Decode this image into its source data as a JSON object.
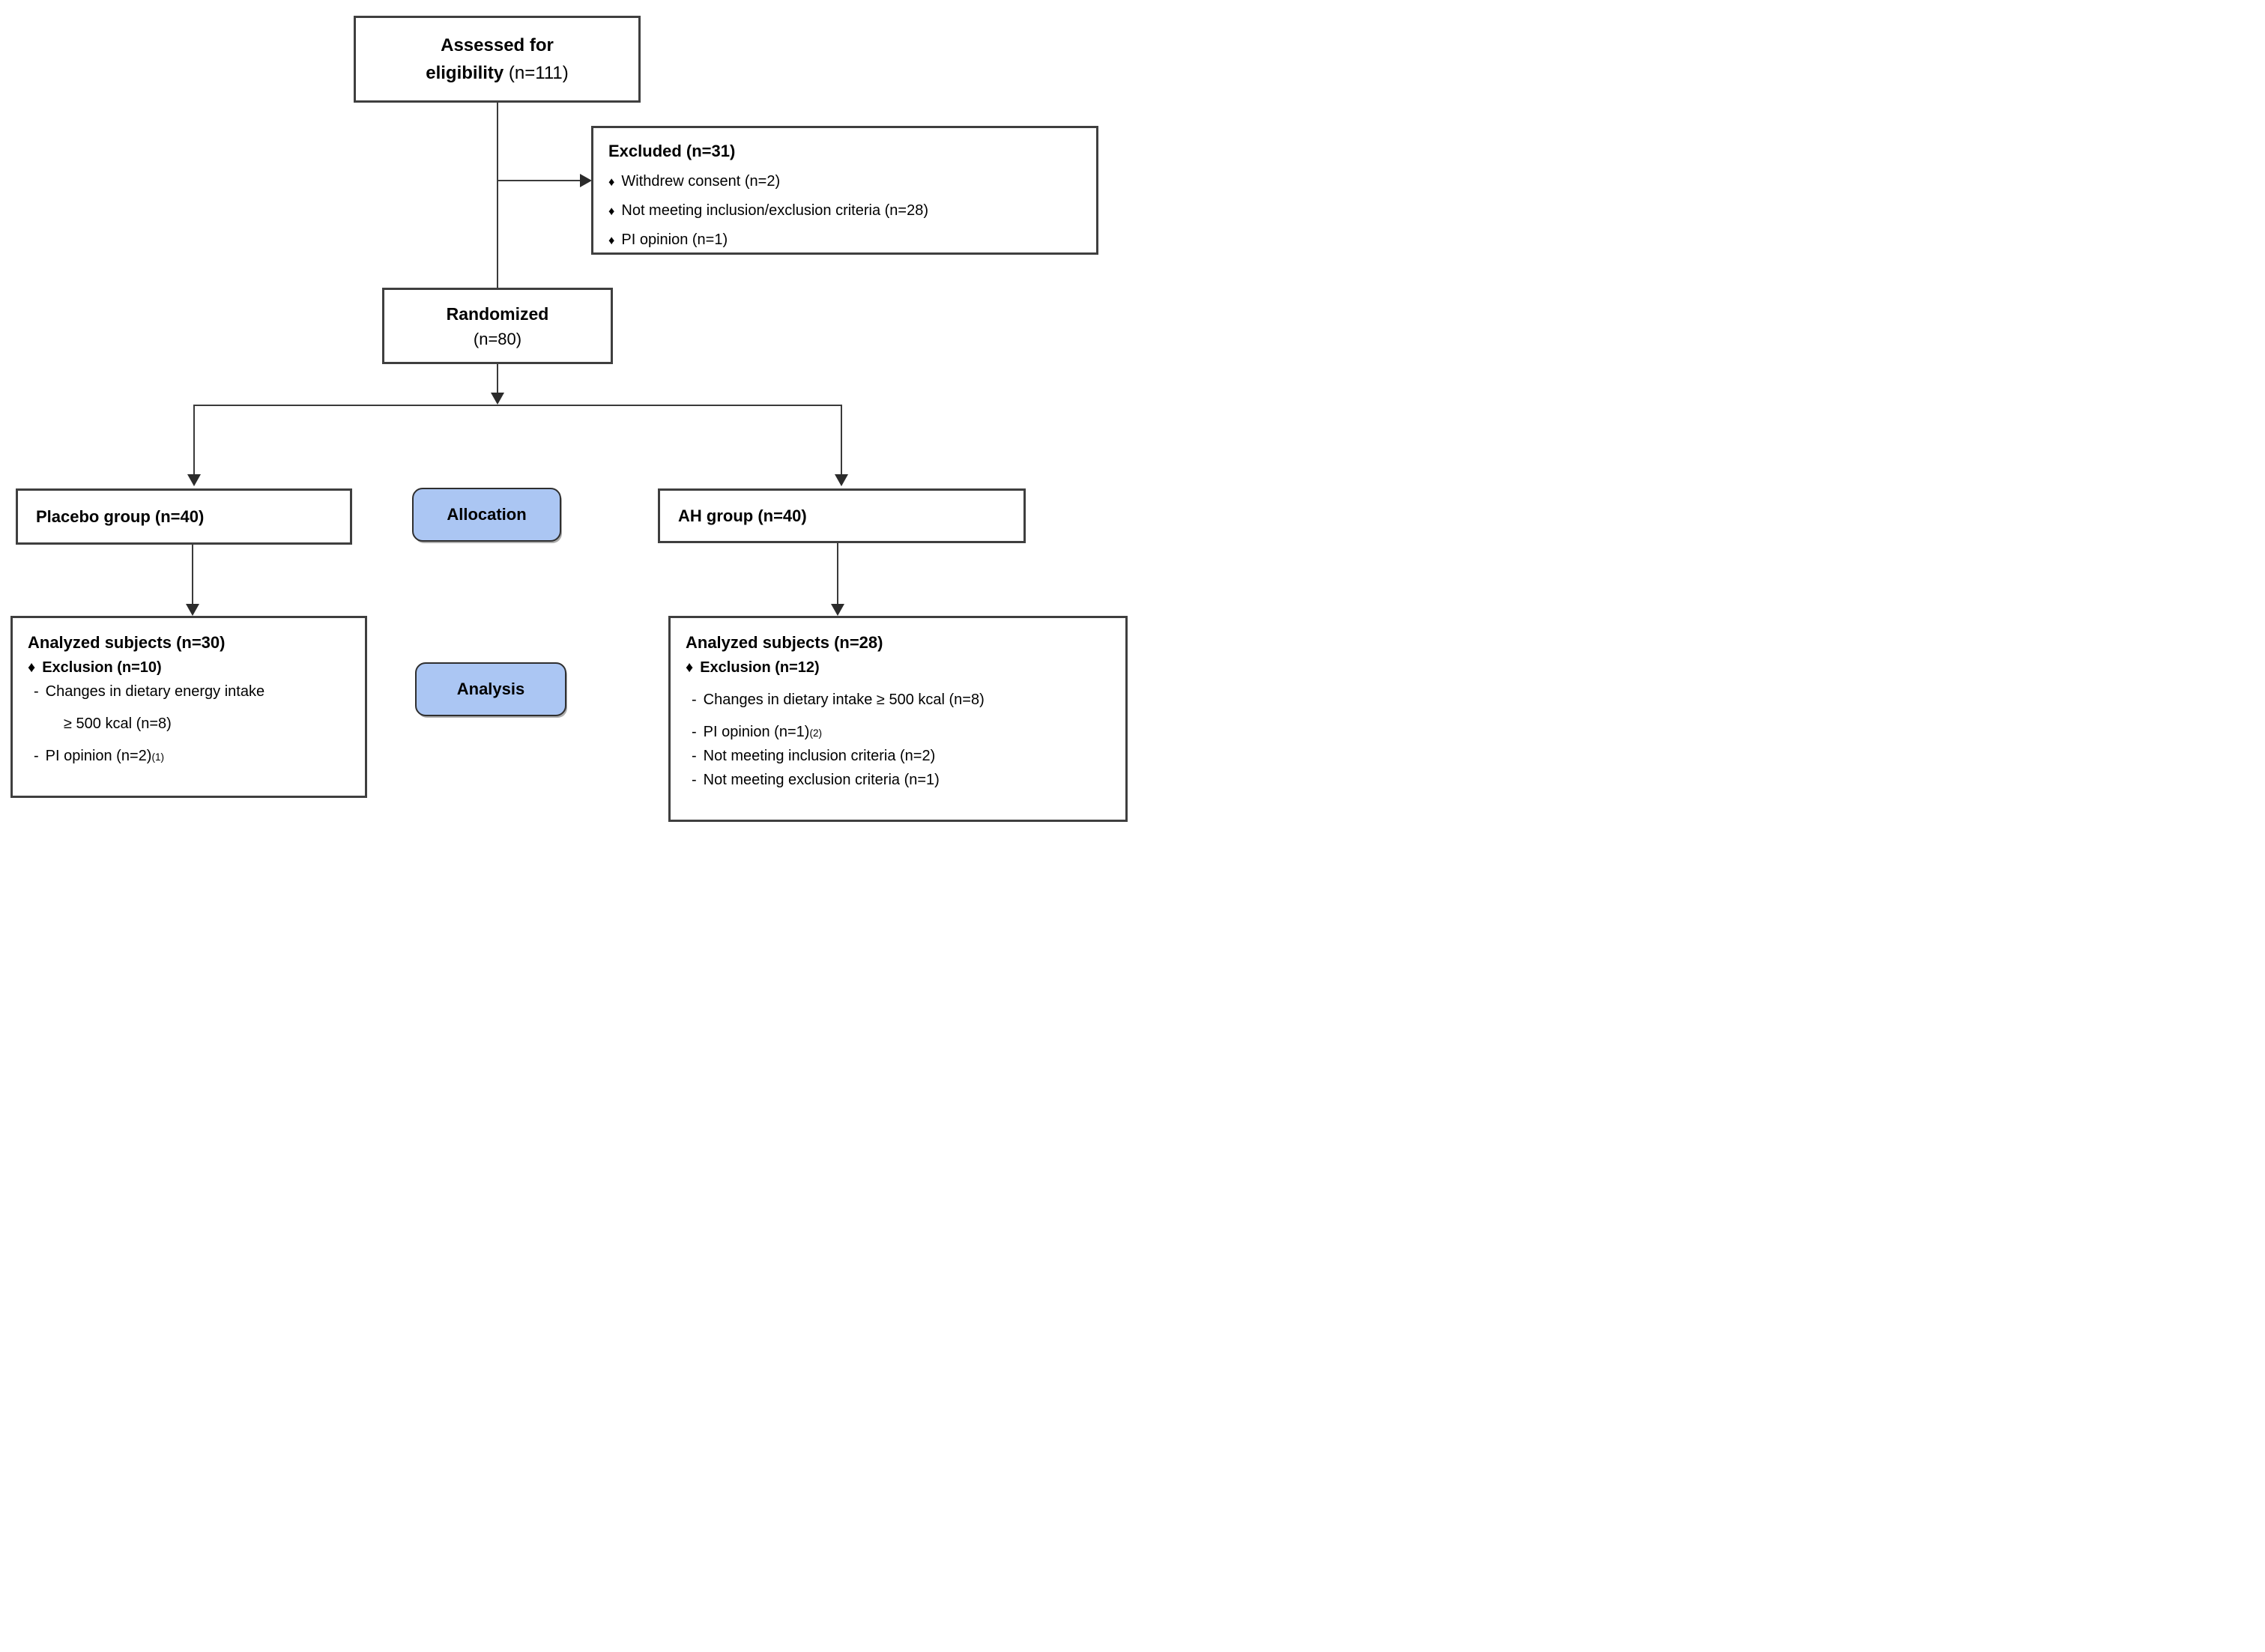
{
  "colors": {
    "stage_fill": "#abc6f3",
    "stage_border": "#2f2f2f",
    "box_border": "#3f3f3f",
    "connector": "#3a3a3a",
    "text": "#000000"
  },
  "boxes": {
    "assessed": {
      "line1_bold": "Assessed for",
      "line2_bold": "eligibility ",
      "line2_normal": "(n=111)"
    },
    "excluded": {
      "title": "Excluded (n=31)",
      "items": [
        {
          "bullet": "♦",
          "text": "Withdrew consent (n=2)"
        },
        {
          "bullet": "♦",
          "text": "Not meeting inclusion/exclusion criteria (n=28)"
        },
        {
          "bullet": "♦",
          "text": "PI opinion (n=1)"
        }
      ]
    },
    "randomized": {
      "line1_bold": "Randomized",
      "line2_normal": "(n=80)"
    },
    "placebo": {
      "title": "Placebo group (n=40)"
    },
    "allocation": {
      "label": "Allocation"
    },
    "ah": {
      "title": "AH group (n=40)"
    },
    "placebo_analysis": {
      "title": "Analyzed subjects (n=30)",
      "items": [
        {
          "bullet": "♦",
          "text": "Exclusion (n=10)",
          "bold": true
        },
        {
          "bullet": "-",
          "text": "Changes in dietary energy intake"
        },
        {
          "text": "≥  500 kcal (n=8)",
          "indent": true,
          "gap": true
        },
        {
          "bullet": "-",
          "text": "PI opinion (n=2)",
          "sup": "(1)",
          "gap": true
        }
      ]
    },
    "analysis": {
      "label": "Analysis"
    },
    "ah_analysis": {
      "title": "Analyzed subjects (n=28)",
      "items": [
        {
          "bullet": "♦",
          "text": "Exclusion (n=12)",
          "bold": true
        },
        {
          "bullet": "-",
          "text": "Changes in dietary intake ≥ 500 kcal (n=8)",
          "gap": true
        },
        {
          "bullet": "-",
          "text": "PI opinion (n=1)",
          "sup": "(2)",
          "gap": true
        },
        {
          "bullet": "-",
          "text": "Not meeting inclusion criteria (n=2)"
        },
        {
          "bullet": "-",
          "text": "Not meeting exclusion criteria (n=1)"
        }
      ]
    }
  }
}
